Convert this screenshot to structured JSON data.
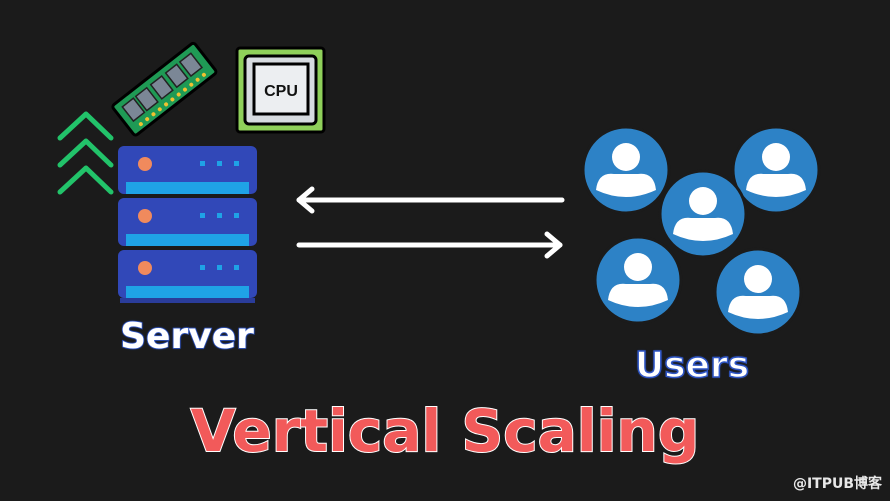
{
  "labels": {
    "server": "Server",
    "users": "Users",
    "title": "Vertical Scaling",
    "cpu": "CPU",
    "watermark": "@ITPUB博客"
  },
  "colors": {
    "background": "#1b1b1b",
    "server_body": "#3148b8",
    "server_stripe": "#1fa3e6",
    "server_led": "#f08a5d",
    "chevron": "#22c36a",
    "user_circle": "#2d82c6",
    "title": "#f25a5a",
    "arrow": "#ffffff"
  },
  "users_count": 5
}
